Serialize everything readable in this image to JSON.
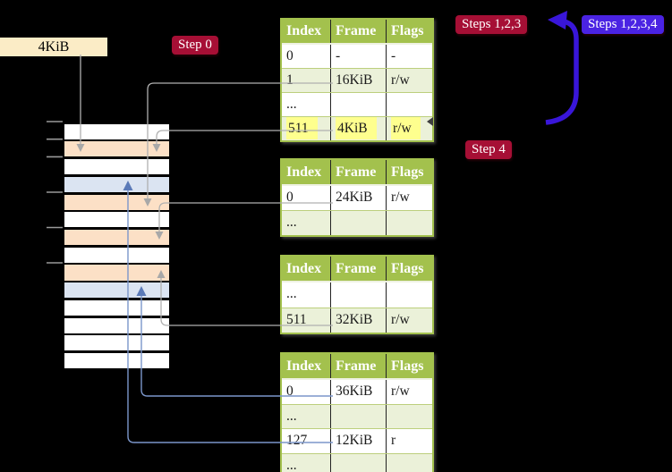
{
  "page_label": {
    "text": "4KiB"
  },
  "badges": [
    {
      "text": "Step 0",
      "style": "red",
      "name": "badge-step-0"
    },
    {
      "text": "Steps 1,2,3",
      "style": "red",
      "name": "badge-steps-1-2-3"
    },
    {
      "text": "Steps 1,2,3,4",
      "style": "purple",
      "name": "badge-steps-1-2-3-4"
    },
    {
      "text": "Step 4",
      "style": "red",
      "name": "badge-step-4"
    }
  ],
  "tables": [
    {
      "columns": [
        "Index",
        "Frame",
        "Flags"
      ],
      "rows": [
        {
          "cells": [
            "0",
            "-",
            "-"
          ],
          "shaded": false,
          "highlight": false
        },
        {
          "cells": [
            "1",
            "16KiB",
            "r/w"
          ],
          "shaded": true,
          "highlight": false
        },
        {
          "cells": [
            "...",
            "",
            ""
          ],
          "shaded": false,
          "highlight": false
        },
        {
          "cells": [
            "511",
            "4KiB",
            "r/w"
          ],
          "shaded": true,
          "highlight": true
        }
      ]
    },
    {
      "columns": [
        "Index",
        "Frame",
        "Flags"
      ],
      "rows": [
        {
          "cells": [
            "0",
            "24KiB",
            "r/w"
          ],
          "shaded": false,
          "highlight": false
        },
        {
          "cells": [
            "...",
            "",
            ""
          ],
          "shaded": true,
          "highlight": false
        }
      ]
    },
    {
      "columns": [
        "Index",
        "Frame",
        "Flags"
      ],
      "rows": [
        {
          "cells": [
            "...",
            "",
            ""
          ],
          "shaded": false,
          "highlight": false
        },
        {
          "cells": [
            "511",
            "32KiB",
            "r/w"
          ],
          "shaded": true,
          "highlight": false
        }
      ]
    },
    {
      "columns": [
        "Index",
        "Frame",
        "Flags"
      ],
      "rows": [
        {
          "cells": [
            "0",
            "36KiB",
            "r/w"
          ],
          "shaded": false,
          "highlight": false
        },
        {
          "cells": [
            "...",
            "",
            ""
          ],
          "shaded": true,
          "highlight": false
        },
        {
          "cells": [
            "127",
            "12KiB",
            "r"
          ],
          "shaded": false,
          "highlight": false
        },
        {
          "cells": [
            "...",
            "",
            ""
          ],
          "shaded": true,
          "highlight": false
        }
      ]
    }
  ],
  "memory_column": {
    "rows": [
      "white",
      "peach",
      "white",
      "blue",
      "peach",
      "white",
      "peach",
      "white",
      "peach",
      "blue",
      "white",
      "white",
      "white",
      "white"
    ]
  },
  "colors": {
    "badge_red": "#a60f35",
    "badge_purple": "#4a23e3",
    "bold_arrow_blue": "#3916d9",
    "table_header_green": "#a3c14d",
    "table_row_green": "#ebf1d9",
    "highlight_yellow": "#feff8e",
    "memory_peach": "#fce0c6",
    "memory_blue": "#dbe4f2",
    "label_cream": "#fbecc6",
    "connector_gray": "#b0b0b0",
    "connector_blue": "#7b96ca"
  }
}
